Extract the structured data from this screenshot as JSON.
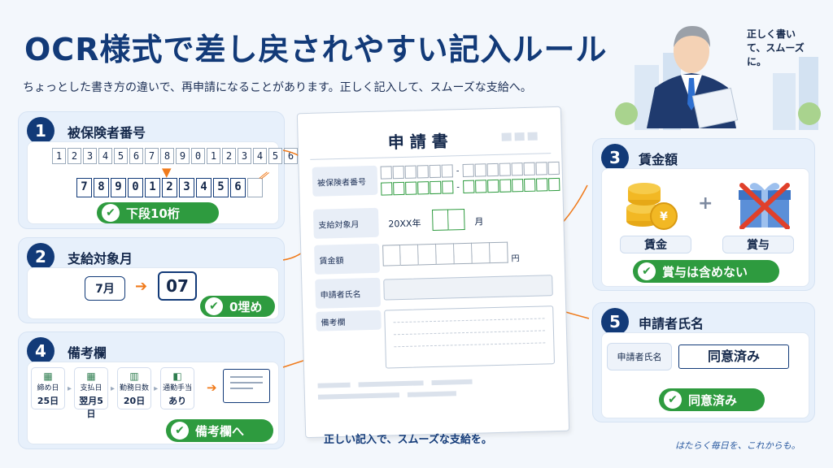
{
  "header": {
    "title": "OCR様式で差し戻されやすい記入ルール",
    "subtitle": "ちょっとした書き方の違いで、再申請になることがあります。正しく記入して、スムーズな支給へ。",
    "speech": "正しく書いて、スムーズに。"
  },
  "section1": {
    "number": "1",
    "title": "被保険者番号",
    "top_digits": [
      "1",
      "2",
      "3",
      "4",
      "5",
      "6",
      "7",
      "8",
      "9",
      "0",
      "1",
      "2",
      "3",
      "4",
      "5",
      "6"
    ],
    "bottom_digits": [
      "7",
      "8",
      "9",
      "0",
      "1",
      "2",
      "3",
      "4",
      "5",
      "6"
    ],
    "pill": "下段10桁"
  },
  "section2": {
    "number": "2",
    "title": "支給対象月",
    "before": "7月",
    "after": "07",
    "pill": "0埋め"
  },
  "section4": {
    "number": "4",
    "title": "備考欄",
    "items": [
      {
        "label": "締め日",
        "value": "25日",
        "icon": "calendar-icon"
      },
      {
        "label": "支払日",
        "value": "翌月5日",
        "icon": "calendar-icon"
      },
      {
        "label": "勤務日数",
        "value": "20日",
        "icon": "building-icon"
      },
      {
        "label": "通勤手当",
        "value": "あり",
        "icon": "train-icon"
      }
    ],
    "pill": "備考欄へ"
  },
  "form": {
    "title": "申 請 書",
    "rows": {
      "insured": "被保険者番号",
      "month": "支給対象月",
      "month_year": "20XX年",
      "month_unit": "月",
      "wage": "賃金額",
      "wage_unit": "円",
      "name": "申請者氏名",
      "remarks": "備考欄"
    }
  },
  "section3": {
    "number": "3",
    "title": "賃金額",
    "wage_label": "賃金",
    "bonus_label": "賞与",
    "plus": "+",
    "pill": "賞与は含めない"
  },
  "section5": {
    "number": "5",
    "title": "申請者氏名",
    "field_label": "申請者氏名",
    "field_value": "同意済み",
    "pill": "同意済み"
  },
  "footer": {
    "center": "正しい記入で、スムーズな支給を。",
    "right": "はたらく毎日を、これからも。"
  },
  "colors": {
    "navy": "#123a78",
    "green": "#2e9b3f",
    "orange": "#f07a1a",
    "red": "#e0402a"
  }
}
